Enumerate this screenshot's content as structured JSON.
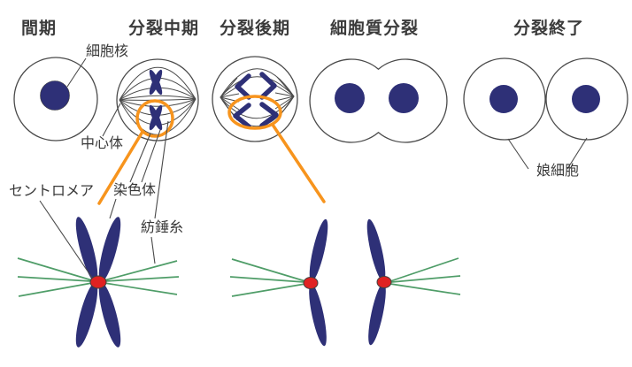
{
  "diagram": {
    "subject": "mitosis-stages",
    "title_row": [
      {
        "id": "interphase",
        "label": "間期"
      },
      {
        "id": "metaphase",
        "label": "分裂中期"
      },
      {
        "id": "anaphase",
        "label": "分裂後期"
      },
      {
        "id": "cytokinesis",
        "label": "細胞質分裂"
      },
      {
        "id": "division-complete",
        "label": "分裂終了"
      }
    ],
    "annotations": {
      "nucleus": "細胞核",
      "centrosome": "中心体",
      "centromere": "セントロメア",
      "chromosome": "染色体",
      "spindle_fiber": "紡錘糸",
      "daughter_cell": "娘細胞"
    },
    "colors": {
      "chromatin_navy": "#2e3077",
      "highlight_orange": "#f7941d",
      "centromere_red": "#e02222",
      "spindle_green": "#4f9d68",
      "outline_gray": "#4a4a4a",
      "text": "#3b3b3b",
      "background": "#ffffff"
    }
  }
}
